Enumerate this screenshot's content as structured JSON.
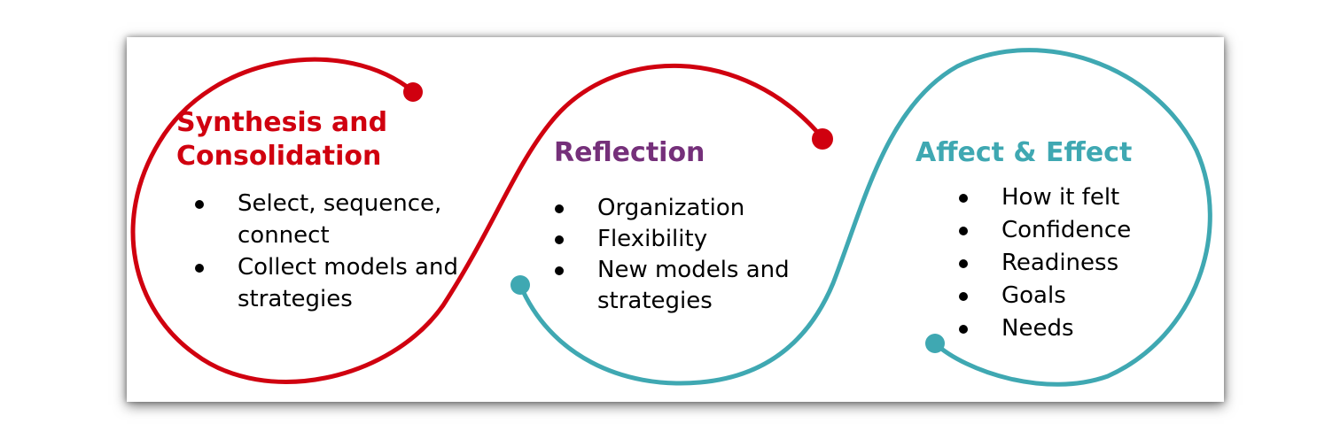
{
  "colors": {
    "red": "#d0000f",
    "teal": "#3fa8b2",
    "purple": "#75307a",
    "text": "#000000"
  },
  "sections": [
    {
      "title": "Synthesis and Consolidation",
      "title_lines": [
        "Synthesis and",
        "Consolidation"
      ],
      "title_color": "#d0000f",
      "items": [
        "Select, sequence, connect",
        "Collect models and strategies"
      ]
    },
    {
      "title": "Reflection",
      "title_color": "#75307a",
      "items": [
        "Organization",
        "Flexibility",
        "New models and strategies"
      ]
    },
    {
      "title": "Affect & Effect",
      "title_color": "#3fa8b2",
      "items": [
        "How it felt",
        "Confidence",
        "Readiness",
        "Goals",
        "Needs"
      ]
    }
  ]
}
